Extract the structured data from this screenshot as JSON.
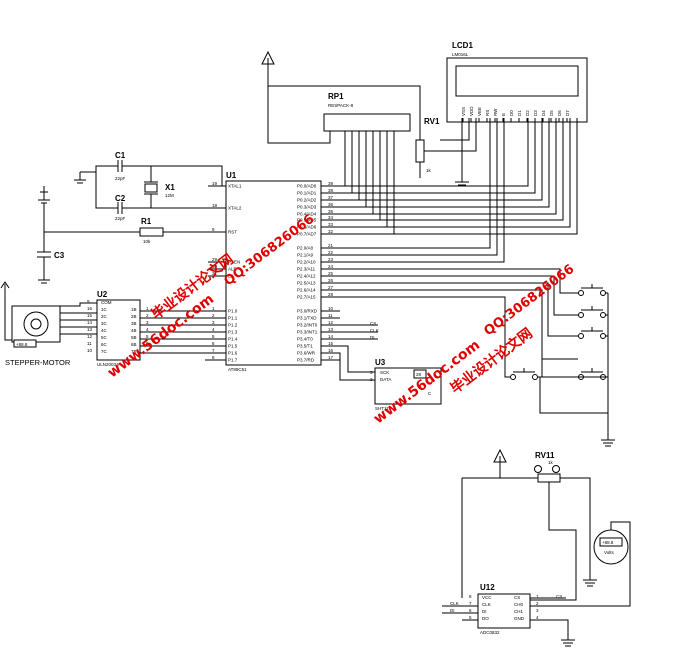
{
  "components": {
    "lcd": {
      "ref": "LCD1",
      "part": "LM016L",
      "pins": [
        "VSS",
        "VDD",
        "VEE",
        "RS",
        "RW",
        "E",
        "D0",
        "D1",
        "D2",
        "D3",
        "D4",
        "D5",
        "D6",
        "D7"
      ]
    },
    "rp1": {
      "ref": "RP1",
      "part": "RESPACK-8"
    },
    "rv1": {
      "ref": "RV1",
      "value": "1k"
    },
    "c1": {
      "ref": "C1",
      "value": "22pF"
    },
    "c2": {
      "ref": "C2",
      "value": "22pF"
    },
    "x1": {
      "ref": "X1",
      "value": "12M"
    },
    "r1": {
      "ref": "R1",
      "value": "10k"
    },
    "c3": {
      "ref": "C3"
    },
    "u1": {
      "ref": "U1",
      "part": "AT89C51",
      "left_pins": [
        {
          "num": "19",
          "name": "XTAL1"
        },
        {
          "num": "18",
          "name": "XTAL2"
        },
        {
          "num": "9",
          "name": "RST"
        },
        {
          "num": "29",
          "name": "PSEN"
        },
        {
          "num": "30",
          "name": "ALE"
        },
        {
          "num": "31",
          "name": "EA"
        },
        {
          "num": "1",
          "name": "P1.0"
        },
        {
          "num": "2",
          "name": "P1.1"
        },
        {
          "num": "3",
          "name": "P1.2"
        },
        {
          "num": "4",
          "name": "P1.3"
        },
        {
          "num": "5",
          "name": "P1.4"
        },
        {
          "num": "6",
          "name": "P1.5"
        },
        {
          "num": "7",
          "name": "P1.6"
        },
        {
          "num": "8",
          "name": "P1.7"
        }
      ],
      "right_pins": [
        {
          "num": "39",
          "name": "P0.0/AD0"
        },
        {
          "num": "38",
          "name": "P0.1/AD1"
        },
        {
          "num": "37",
          "name": "P0.2/AD2"
        },
        {
          "num": "36",
          "name": "P0.3/AD3"
        },
        {
          "num": "35",
          "name": "P0.4/AD4"
        },
        {
          "num": "34",
          "name": "P0.5/AD5"
        },
        {
          "num": "33",
          "name": "P0.6/AD6"
        },
        {
          "num": "32",
          "name": "P0.7/AD7"
        },
        {
          "num": "21",
          "name": "P2.0/A8"
        },
        {
          "num": "22",
          "name": "P2.1/A9"
        },
        {
          "num": "23",
          "name": "P2.2/A10"
        },
        {
          "num": "24",
          "name": "P2.3/A11"
        },
        {
          "num": "25",
          "name": "P2.4/A12"
        },
        {
          "num": "26",
          "name": "P2.5/A13"
        },
        {
          "num": "27",
          "name": "P2.6/A14"
        },
        {
          "num": "28",
          "name": "P2.7/A15"
        },
        {
          "num": "10",
          "name": "P3.0/RXD"
        },
        {
          "num": "11",
          "name": "P3.1/TXD"
        },
        {
          "num": "12",
          "name": "P3.2/INT0"
        },
        {
          "num": "13",
          "name": "P3.3/INT1"
        },
        {
          "num": "14",
          "name": "P3.4/T0"
        },
        {
          "num": "15",
          "name": "P3.5/T1"
        },
        {
          "num": "16",
          "name": "P3.6/WR"
        },
        {
          "num": "17",
          "name": "P3.7/RD"
        }
      ]
    },
    "u2": {
      "ref": "U2",
      "part": "ULN2003A",
      "rows": [
        {
          "l": "9",
          "name_l": "COM",
          "name_r": "",
          "r": ""
        },
        {
          "l": "16",
          "name_l": "1C",
          "name_r": "1B",
          "r": "1"
        },
        {
          "l": "15",
          "name_l": "2C",
          "name_r": "2B",
          "r": "2"
        },
        {
          "l": "14",
          "name_l": "3C",
          "name_r": "3B",
          "r": "3"
        },
        {
          "l": "13",
          "name_l": "4C",
          "name_r": "4B",
          "r": "4"
        },
        {
          "l": "12",
          "name_l": "5C",
          "name_r": "5B",
          "r": "5"
        },
        {
          "l": "11",
          "name_l": "6C",
          "name_r": "6B",
          "r": "6"
        },
        {
          "l": "10",
          "name_l": "7C",
          "name_r": "7B",
          "r": "7"
        }
      ]
    },
    "motor": {
      "label": "STEPPER-MOTOR",
      "readout": "+88.8"
    },
    "u3": {
      "ref": "U3",
      "part": "SHT11",
      "pins": [
        "SCK",
        "DATA"
      ],
      "nums": [
        "3",
        "2"
      ],
      "readout": "28",
      "unit": "C"
    },
    "net_labels": {
      "cs": "CS",
      "clk": "CLK",
      "di": "DI"
    },
    "rv11": {
      "ref": "RV11",
      "value": "1k"
    },
    "u12": {
      "ref": "U12",
      "part": "ADC0832",
      "left": [
        {
          "num": "8",
          "name": "VCC"
        },
        {
          "num": "7",
          "name": "CLK"
        },
        {
          "num": "6",
          "name": "DI"
        },
        {
          "num": "5",
          "name": "DO"
        }
      ],
      "right": [
        {
          "num": "1",
          "name": "CS"
        },
        {
          "num": "2",
          "name": "CH0"
        },
        {
          "num": "3",
          "name": "CH1"
        },
        {
          "num": "4",
          "name": "GND"
        }
      ]
    },
    "voltmeter": {
      "readout": "+88.8",
      "unit": "Volts"
    }
  },
  "watermarks": {
    "site": "www.56doc.com",
    "brand": "毕业设计论文网",
    "qq": "QQ:306826066"
  }
}
